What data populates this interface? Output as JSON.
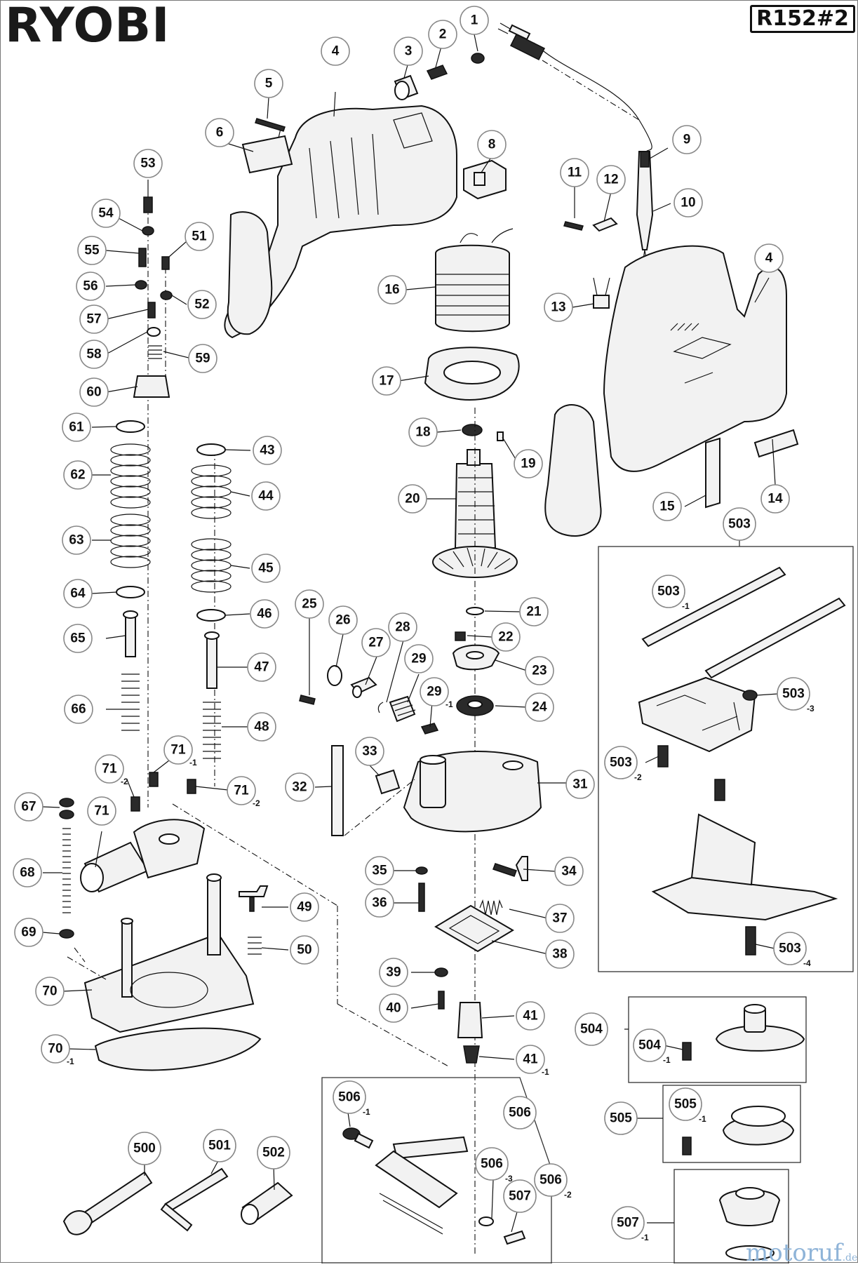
{
  "brand": "RYOBI",
  "model": "R152#2",
  "watermark": {
    "name": "motoruf",
    "suffix": ".de"
  },
  "callouts": [
    {
      "n": "1"
    },
    {
      "n": "2"
    },
    {
      "n": "3"
    },
    {
      "n": "4"
    },
    {
      "n": "4"
    },
    {
      "n": "5"
    },
    {
      "n": "6"
    },
    {
      "n": "8"
    },
    {
      "n": "9"
    },
    {
      "n": "10"
    },
    {
      "n": "11"
    },
    {
      "n": "12"
    },
    {
      "n": "13"
    },
    {
      "n": "14"
    },
    {
      "n": "15"
    },
    {
      "n": "16"
    },
    {
      "n": "17"
    },
    {
      "n": "18"
    },
    {
      "n": "19"
    },
    {
      "n": "20"
    },
    {
      "n": "21"
    },
    {
      "n": "22"
    },
    {
      "n": "23"
    },
    {
      "n": "24"
    },
    {
      "n": "25"
    },
    {
      "n": "26"
    },
    {
      "n": "27"
    },
    {
      "n": "28"
    },
    {
      "n": "29"
    },
    {
      "n": "29",
      "s": "-1"
    },
    {
      "n": "31"
    },
    {
      "n": "32"
    },
    {
      "n": "33"
    },
    {
      "n": "34"
    },
    {
      "n": "35"
    },
    {
      "n": "36"
    },
    {
      "n": "37"
    },
    {
      "n": "38"
    },
    {
      "n": "39"
    },
    {
      "n": "40"
    },
    {
      "n": "41"
    },
    {
      "n": "41",
      "s": "-1"
    },
    {
      "n": "43"
    },
    {
      "n": "44"
    },
    {
      "n": "45"
    },
    {
      "n": "46"
    },
    {
      "n": "47"
    },
    {
      "n": "48"
    },
    {
      "n": "49"
    },
    {
      "n": "50"
    },
    {
      "n": "51"
    },
    {
      "n": "52"
    },
    {
      "n": "53"
    },
    {
      "n": "54"
    },
    {
      "n": "55"
    },
    {
      "n": "56"
    },
    {
      "n": "57"
    },
    {
      "n": "58"
    },
    {
      "n": "59"
    },
    {
      "n": "60"
    },
    {
      "n": "61"
    },
    {
      "n": "62"
    },
    {
      "n": "63"
    },
    {
      "n": "64"
    },
    {
      "n": "65"
    },
    {
      "n": "66"
    },
    {
      "n": "67"
    },
    {
      "n": "68"
    },
    {
      "n": "69"
    },
    {
      "n": "70"
    },
    {
      "n": "70",
      "s": "-1"
    },
    {
      "n": "71"
    },
    {
      "n": "71",
      "s": "-1"
    },
    {
      "n": "71",
      "s": "-2"
    },
    {
      "n": "71",
      "s": "-2"
    },
    {
      "n": "500"
    },
    {
      "n": "501"
    },
    {
      "n": "502"
    },
    {
      "n": "503"
    },
    {
      "n": "503",
      "s": "-1"
    },
    {
      "n": "503",
      "s": "-2"
    },
    {
      "n": "503",
      "s": "-3"
    },
    {
      "n": "503",
      "s": "-4"
    },
    {
      "n": "504"
    },
    {
      "n": "504",
      "s": "-1"
    },
    {
      "n": "505"
    },
    {
      "n": "505",
      "s": "-1"
    },
    {
      "n": "506"
    },
    {
      "n": "506",
      "s": "-1"
    },
    {
      "n": "506",
      "s": "-2"
    },
    {
      "n": "506",
      "s": "-3"
    },
    {
      "n": "507"
    },
    {
      "n": "507",
      "s": "-1"
    }
  ]
}
